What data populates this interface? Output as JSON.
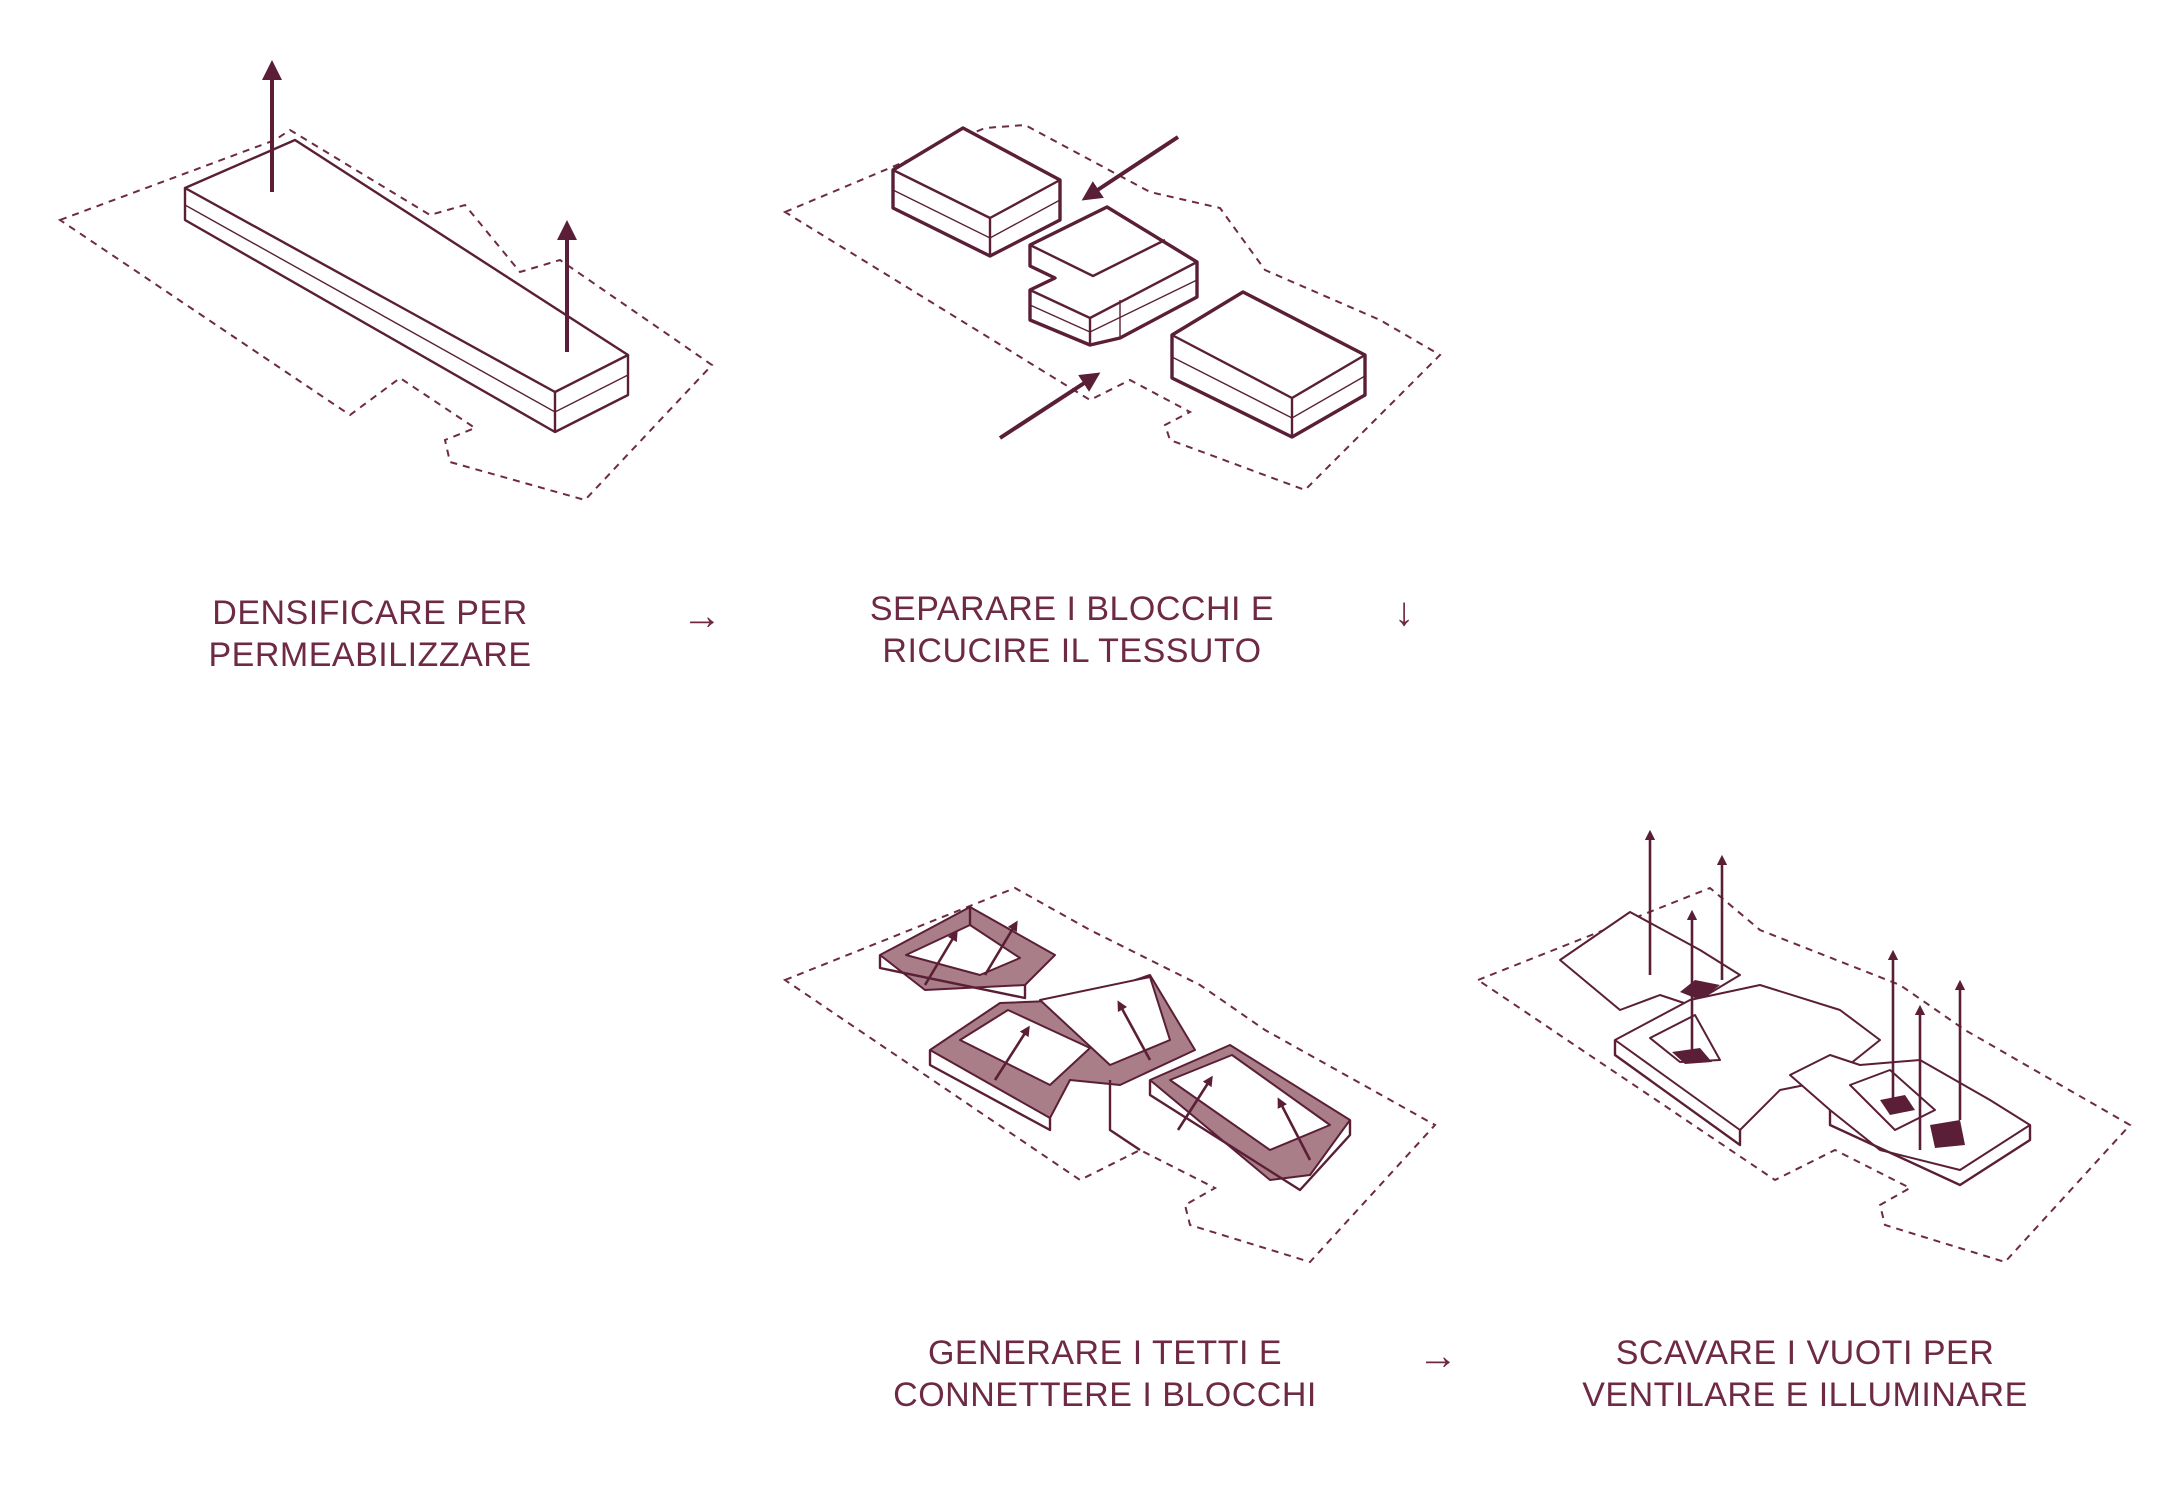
{
  "steps": [
    {
      "line1": "DENSIFICARE PER",
      "line2": "PERMEABILIZZARE"
    },
    {
      "line1": "SEPARARE I BLOCCHI E",
      "line2": "RICUCIRE IL TESSUTO"
    },
    {
      "line1": "GENERARE I TETTI E",
      "line2": "CONNETTERE I BLOCCHI"
    },
    {
      "line1": "SCAVARE I VUOTI PER",
      "line2": "VENTILARE E ILLUMINARE"
    }
  ],
  "connectors": {
    "right": "→",
    "down": "↓"
  },
  "colors": {
    "accent": "#6e2a44",
    "roof_fill": "#a97e88",
    "line": "#5a1f36"
  }
}
